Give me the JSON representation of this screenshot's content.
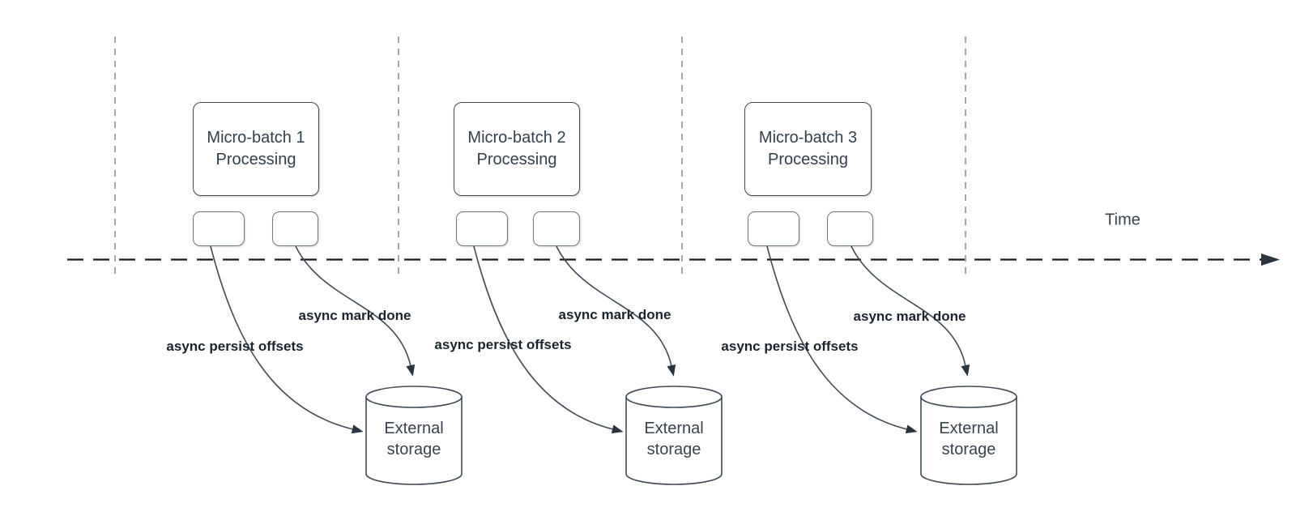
{
  "time_axis": {
    "label": "Time"
  },
  "batches": [
    {
      "title_line1": "Micro-batch 1",
      "title_line2": "Processing",
      "persist_label": "async persist offsets",
      "done_label": "async mark done",
      "storage_line1": "External",
      "storage_line2": "storage"
    },
    {
      "title_line1": "Micro-batch 2",
      "title_line2": "Processing",
      "persist_label": "async persist offsets",
      "done_label": "async mark done",
      "storage_line1": "External",
      "storage_line2": "storage"
    },
    {
      "title_line1": "Micro-batch 3",
      "title_line2": "Processing",
      "persist_label": "async persist offsets",
      "done_label": "async mark done",
      "storage_line1": "External",
      "storage_line2": "storage"
    }
  ],
  "colors": {
    "shape_stroke": "#414b55",
    "small_box_stroke": "#6f7780",
    "timeline_stroke": "#17191c",
    "guide_stroke": "#a6a9ac",
    "arrowhead_fill": "#2b353f",
    "label_text": "#1b242e",
    "node_text": "#33404c",
    "background": "#ffffff"
  }
}
